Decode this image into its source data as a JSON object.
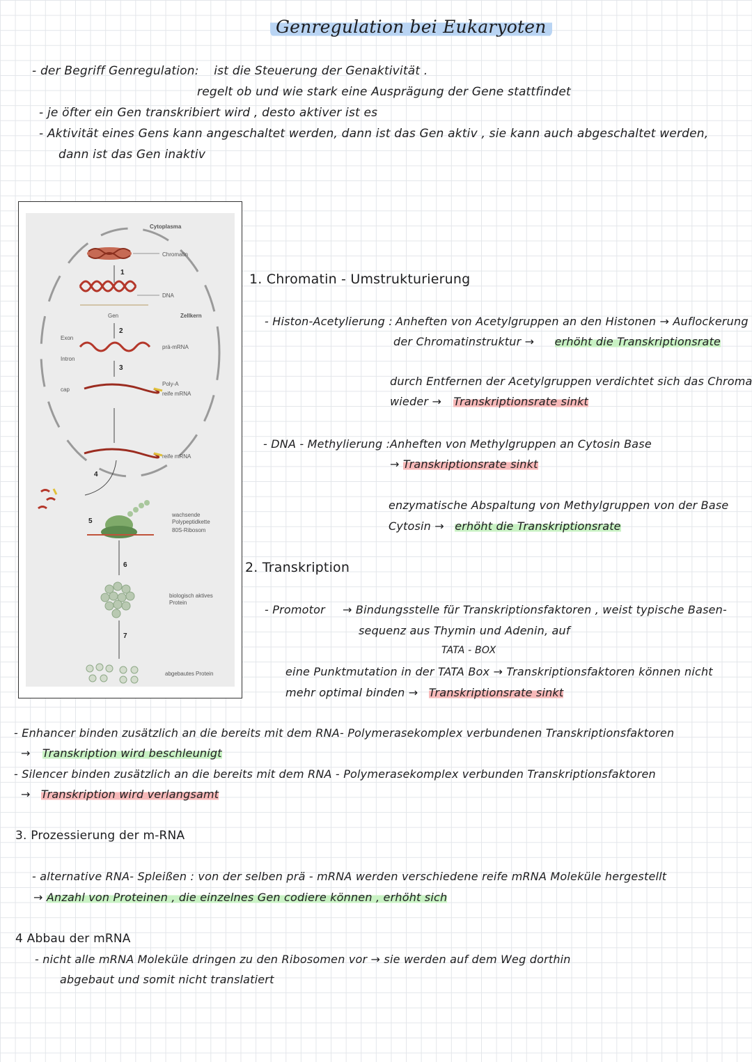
{
  "title": "Genregulation bei Eukaryoten",
  "intro": {
    "line1_a": "- der Begriff Genregulation:",
    "line1_b": "ist die Steuerung der Genaktivität .",
    "line2": "regelt ob und wie stark eine Ausprägung der Gene stattfindet",
    "line3": "- je öfter ein Gen transkribiert wird , desto aktiver ist es",
    "line4": "- Aktivität eines Gens kann angeschaltet werden, dann ist das Gen aktiv , sie kann auch abgeschaltet werden,",
    "line5": "dann ist das Gen inaktiv"
  },
  "figure": {
    "labels": {
      "cytoplasma": "Cytoplasma",
      "chromatin": "Chromatin",
      "dna": "DNA",
      "gen": "Gen",
      "zellkern": "Zellkern",
      "exon": "Exon",
      "intron": "Intron",
      "pra_mrna": "prä-mRNA",
      "cap": "cap",
      "poly_a": "Poly-A",
      "reife_mrna_1": "reife mRNA",
      "reife_mrna_2": "reife mRNA",
      "wachsende": "wachsende",
      "polypeptidkette": "Polypeptidkette",
      "ribosom": "80S-Ribosom",
      "bio_aktiv": "biologisch aktives",
      "protein": "Protein",
      "abgebaut": "abgebautes Protein"
    },
    "step_numbers": [
      "1",
      "2",
      "3",
      "4",
      "5",
      "6",
      "7"
    ]
  },
  "section1": {
    "heading": "1. Chromatin - Umstrukturierung",
    "histon_label": "- Histon-Acetylierung :",
    "histon_text1": "Anheften von Acetylgruppen an den Histonen → Auflockerung",
    "histon_text2": "der Chromatinstruktur →",
    "histon_hl1": "erhöht die Transkriptionsrate",
    "histon_text3": "durch Entfernen der Acetylgruppen verdichtet sich das Chromatin",
    "histon_text4": "wieder →",
    "histon_hl2": "Transkriptionsrate sinkt",
    "dna_label": "- DNA - Methylierung :",
    "dna_text1": "Anheften von Methylgruppen an Cytosin Base",
    "dna_arrow": "→",
    "dna_hl1": "Transkriptionsrate sinkt",
    "dna_text2": "enzymatische Abspaltung von Methylgruppen von der Base",
    "dna_text3": "Cytosin →",
    "dna_hl2": "erhöht die Transkriptionsrate"
  },
  "section2": {
    "heading": "2. Transkription",
    "promotor_label": "- Promotor",
    "promotor_text1": "→ Bindungsstelle für Transkriptionsfaktoren , weist typische Basen-",
    "promotor_text2": "sequenz aus Thymin und Adenin, auf",
    "tata": "TATA - BOX",
    "punkt_text1": "eine Punktmutation in der TATA Box → Transkriptionsfaktoren können nicht",
    "punkt_text2": "mehr optimal binden →",
    "punkt_hl": "Transkriptionsrate sinkt",
    "enhancer_text": "- Enhancer binden zusätzlich an die bereits mit dem RNA- Polymerasekomplex verbundenen Transkriptionsfaktoren",
    "enhancer_arrow": "→",
    "enhancer_hl": "Transkription wird beschleunigt",
    "silencer_text": "- Silencer binden zusätzlich an die bereits mit dem RNA - Polymerasekomplex verbunden Transkriptionsfaktoren",
    "silencer_arrow": "→",
    "silencer_hl": "Transkription wird verlangsamt"
  },
  "section3": {
    "heading": "3. Prozessierung der m-RNA",
    "text1": "- alternative RNA- Spleißen : von der selben prä - mRNA werden verschiedene reife mRNA Moleküle hergestellt",
    "arrow": "→",
    "hl": "Anzahl von Proteinen , die einzelnes Gen codiere können , erhöht sich"
  },
  "section4": {
    "heading": "4 Abbau der mRNA",
    "text1": "- nicht alle mRNA Moleküle dringen zu den Ribosomen vor → sie werden auf dem Weg dorthin",
    "text2": "abgebaut und somit nicht translatiert"
  },
  "colors": {
    "highlight_green": "#c9f2c4",
    "highlight_red": "#f7b9b9",
    "highlight_blue": "#b9d4f3"
  }
}
